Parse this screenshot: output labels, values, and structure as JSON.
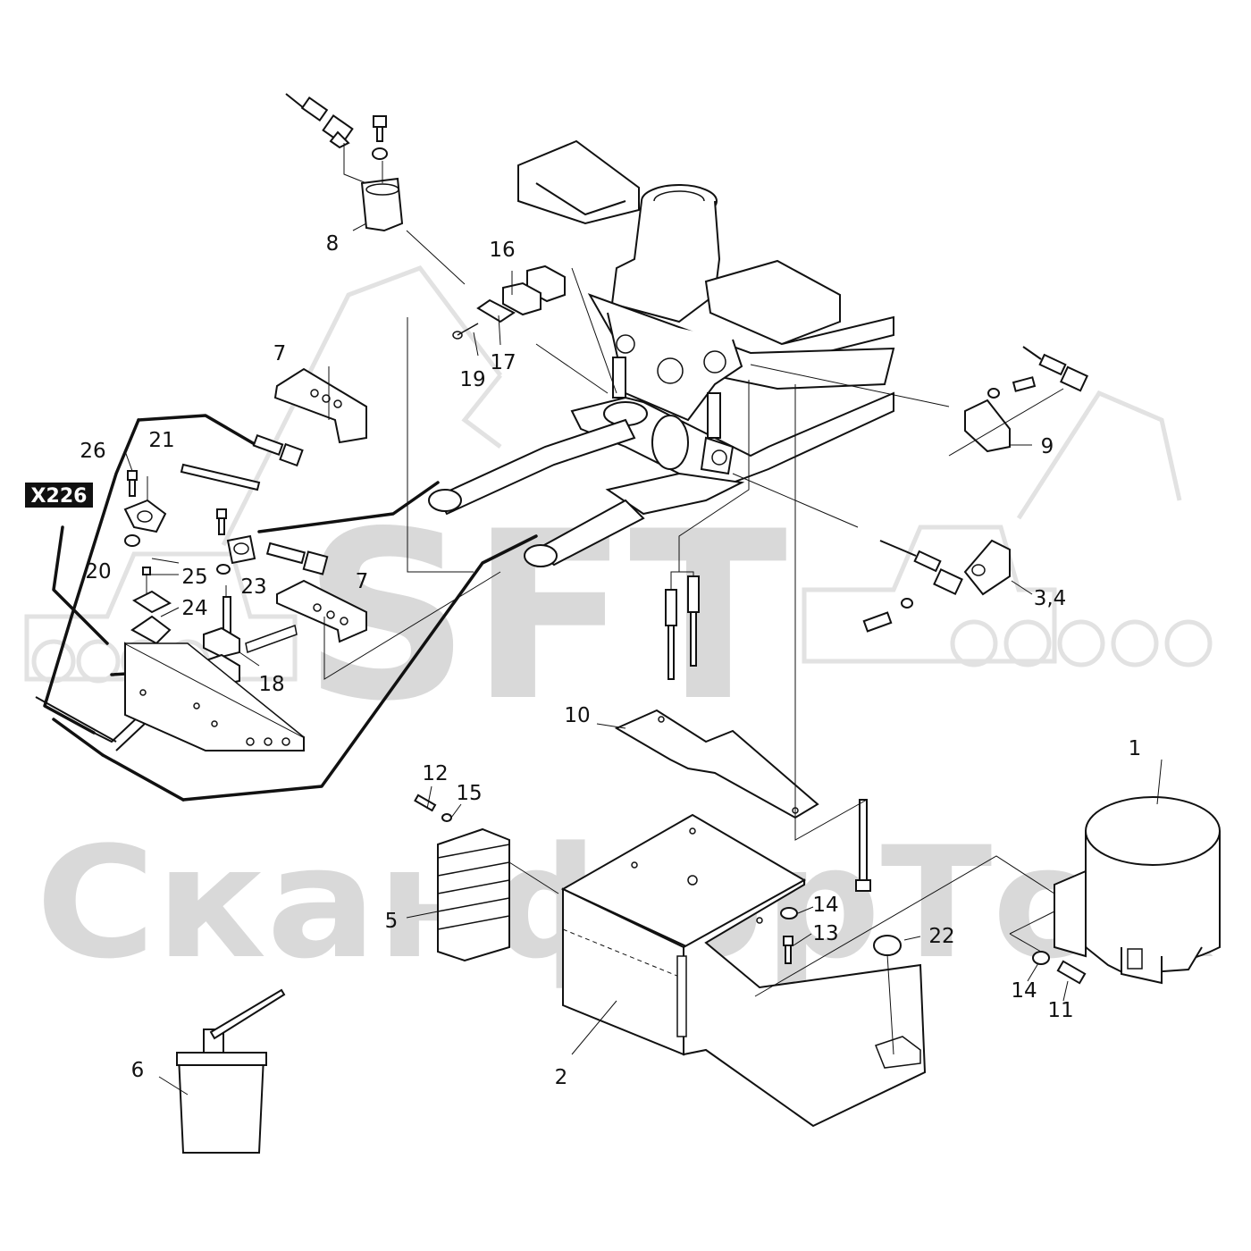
{
  "watermark": {
    "brand_latin": "SFT",
    "brand_cyrillic": "СканфорТок"
  },
  "connector_tag": "X226",
  "callouts": [
    {
      "key": "c1",
      "text": "1"
    },
    {
      "key": "c2",
      "text": "2"
    },
    {
      "key": "c34",
      "text": "3,4"
    },
    {
      "key": "c5",
      "text": "5"
    },
    {
      "key": "c6",
      "text": "6"
    },
    {
      "key": "c7a",
      "text": "7"
    },
    {
      "key": "c7b",
      "text": "7"
    },
    {
      "key": "c8",
      "text": "8"
    },
    {
      "key": "c9",
      "text": "9"
    },
    {
      "key": "c10",
      "text": "10"
    },
    {
      "key": "c11",
      "text": "11"
    },
    {
      "key": "c12",
      "text": "12"
    },
    {
      "key": "c13",
      "text": "13"
    },
    {
      "key": "c14a",
      "text": "14"
    },
    {
      "key": "c14b",
      "text": "14"
    },
    {
      "key": "c15",
      "text": "15"
    },
    {
      "key": "c16",
      "text": "16"
    },
    {
      "key": "c17",
      "text": "17"
    },
    {
      "key": "c18",
      "text": "18"
    },
    {
      "key": "c19",
      "text": "19"
    },
    {
      "key": "c20",
      "text": "20"
    },
    {
      "key": "c21",
      "text": "21"
    },
    {
      "key": "c22",
      "text": "22"
    },
    {
      "key": "c23",
      "text": "23"
    },
    {
      "key": "c24",
      "text": "24"
    },
    {
      "key": "c25",
      "text": "25"
    },
    {
      "key": "c26",
      "text": "26"
    }
  ]
}
